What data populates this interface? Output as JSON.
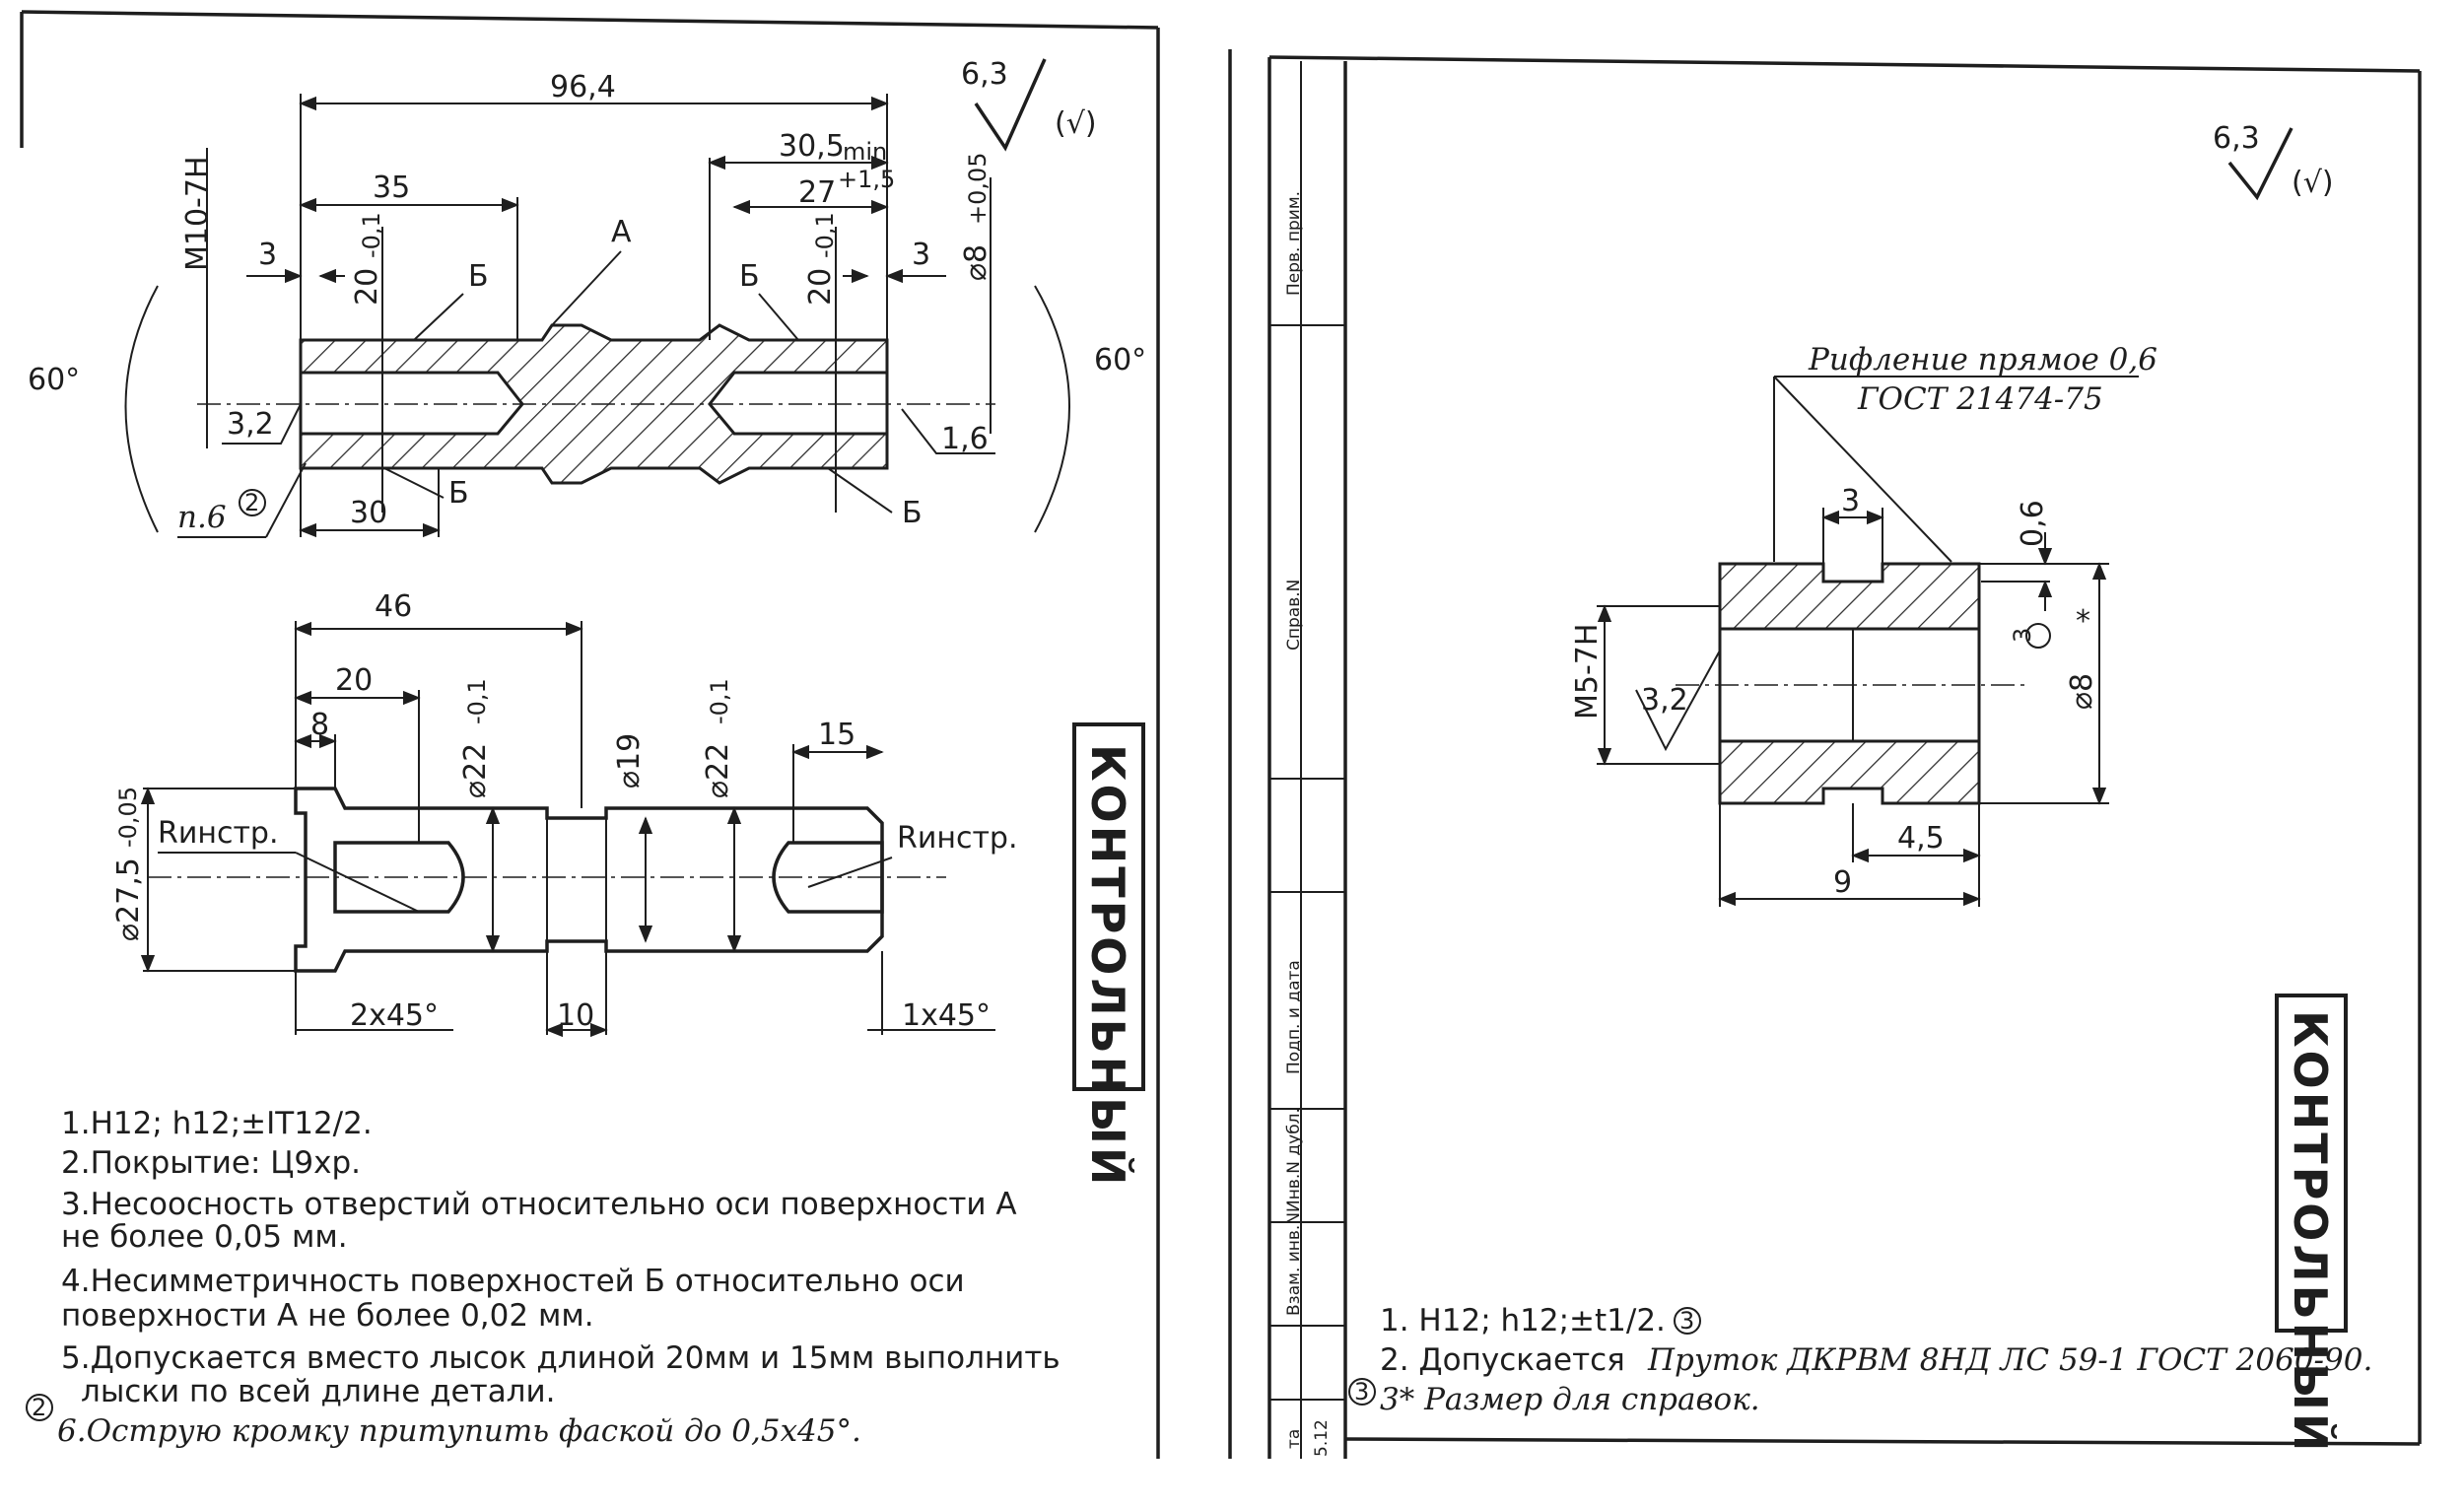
{
  "sheet_left": {
    "roughness": {
      "value": "6,3",
      "extra": "(√)"
    },
    "dims_top": {
      "overall": "96,4",
      "d35": "35",
      "d30_5": "30,5",
      "d30_5_sub": "min",
      "d27": "27",
      "d27_sup": "+1,5",
      "d3_left": "3",
      "d3_right": "3",
      "thread": "M10-7H",
      "w20_left": "20",
      "w20_left_tol": "-0,1",
      "w20_right": "20",
      "w20_right_tol": "-0,1",
      "hole_d": "⌀8",
      "hole_d_tol": "+0,05",
      "label_A": "A",
      "label_B1": "Б",
      "label_B2": "Б",
      "label_B3": "Б",
      "label_B4": "Б",
      "angle_left": "60°",
      "angle_right": "60°",
      "rough_3_2": "3,2",
      "rough_1_6": "1,6",
      "d30": "30",
      "note_ref": "п.6",
      "note_ref_circle": "2"
    },
    "dims_bottom": {
      "d46": "46",
      "d20": "20",
      "d8": "8",
      "d15": "15",
      "dia27_5": "⌀27,5",
      "dia27_5_tol": "-0,05",
      "dia22a": "⌀22",
      "dia22a_tol": "-0,1",
      "dia19": "⌀19",
      "dia22b": "⌀22",
      "dia22b_tol": "-0,1",
      "r_left": "Rинстр.",
      "r_right": "Rинстр.",
      "chamfer_left": "2x45°",
      "d10": "10",
      "chamfer_right": "1x45°"
    },
    "stamp": "КОНТРОЛЬНЫЙ",
    "notes": [
      "1.H12; h12;±IT12/2.",
      "2.Покрытие: Ц9хр.",
      "3.Несоосность отверстий относительно оси поверхности А",
      "не более 0,05 мм.",
      "4.Несимметричность поверхностей Б относительно оси",
      "поверхности А не более 0,02 мм.",
      "5.Допускается вместо лысок длиной 20мм и 15мм выполнить",
      "лыски по всей длине детали."
    ],
    "note_handwritten": "6.Острую кромку притупить фаской до 0,5х45°.",
    "note_handwritten_circle": "2"
  },
  "sheet_right": {
    "roughness": {
      "value": "6,3",
      "extra": "(√)"
    },
    "knurl_line1": "Рифление прямое 0,6",
    "knurl_line2": "ГОСТ 21474-75",
    "dims": {
      "d3": "3",
      "d0_6": "0,6",
      "thread": "M5-7H",
      "rough_3_2": "3,2",
      "dia8": "⌀8",
      "dia8_star": "*",
      "dia8_circle": "3",
      "d4_5": "4,5",
      "d9": "9"
    },
    "frame_labels": {
      "perv_prim": "Перв. прим.",
      "sprav": "Справ.N",
      "podp_data": "Подп. и дата",
      "inv_dubl": "Инв.N дубл.",
      "vzam_inv": "Взам. инв.N",
      "ta": "та",
      "date_frag": "5.12"
    },
    "stamp": "КОНТРОЛЬНЫЙ",
    "notes": {
      "n1": "1. H12; h12;±t1/2.",
      "n1_circle": "3",
      "n2_prefix": "2. Допускается",
      "n2_hand": "Пруток ДКРВМ 8НД ЛС 59-1 ГОСТ 2060-90.",
      "n3_circle": "3",
      "n3_hand": "3* Размер для справок."
    }
  }
}
